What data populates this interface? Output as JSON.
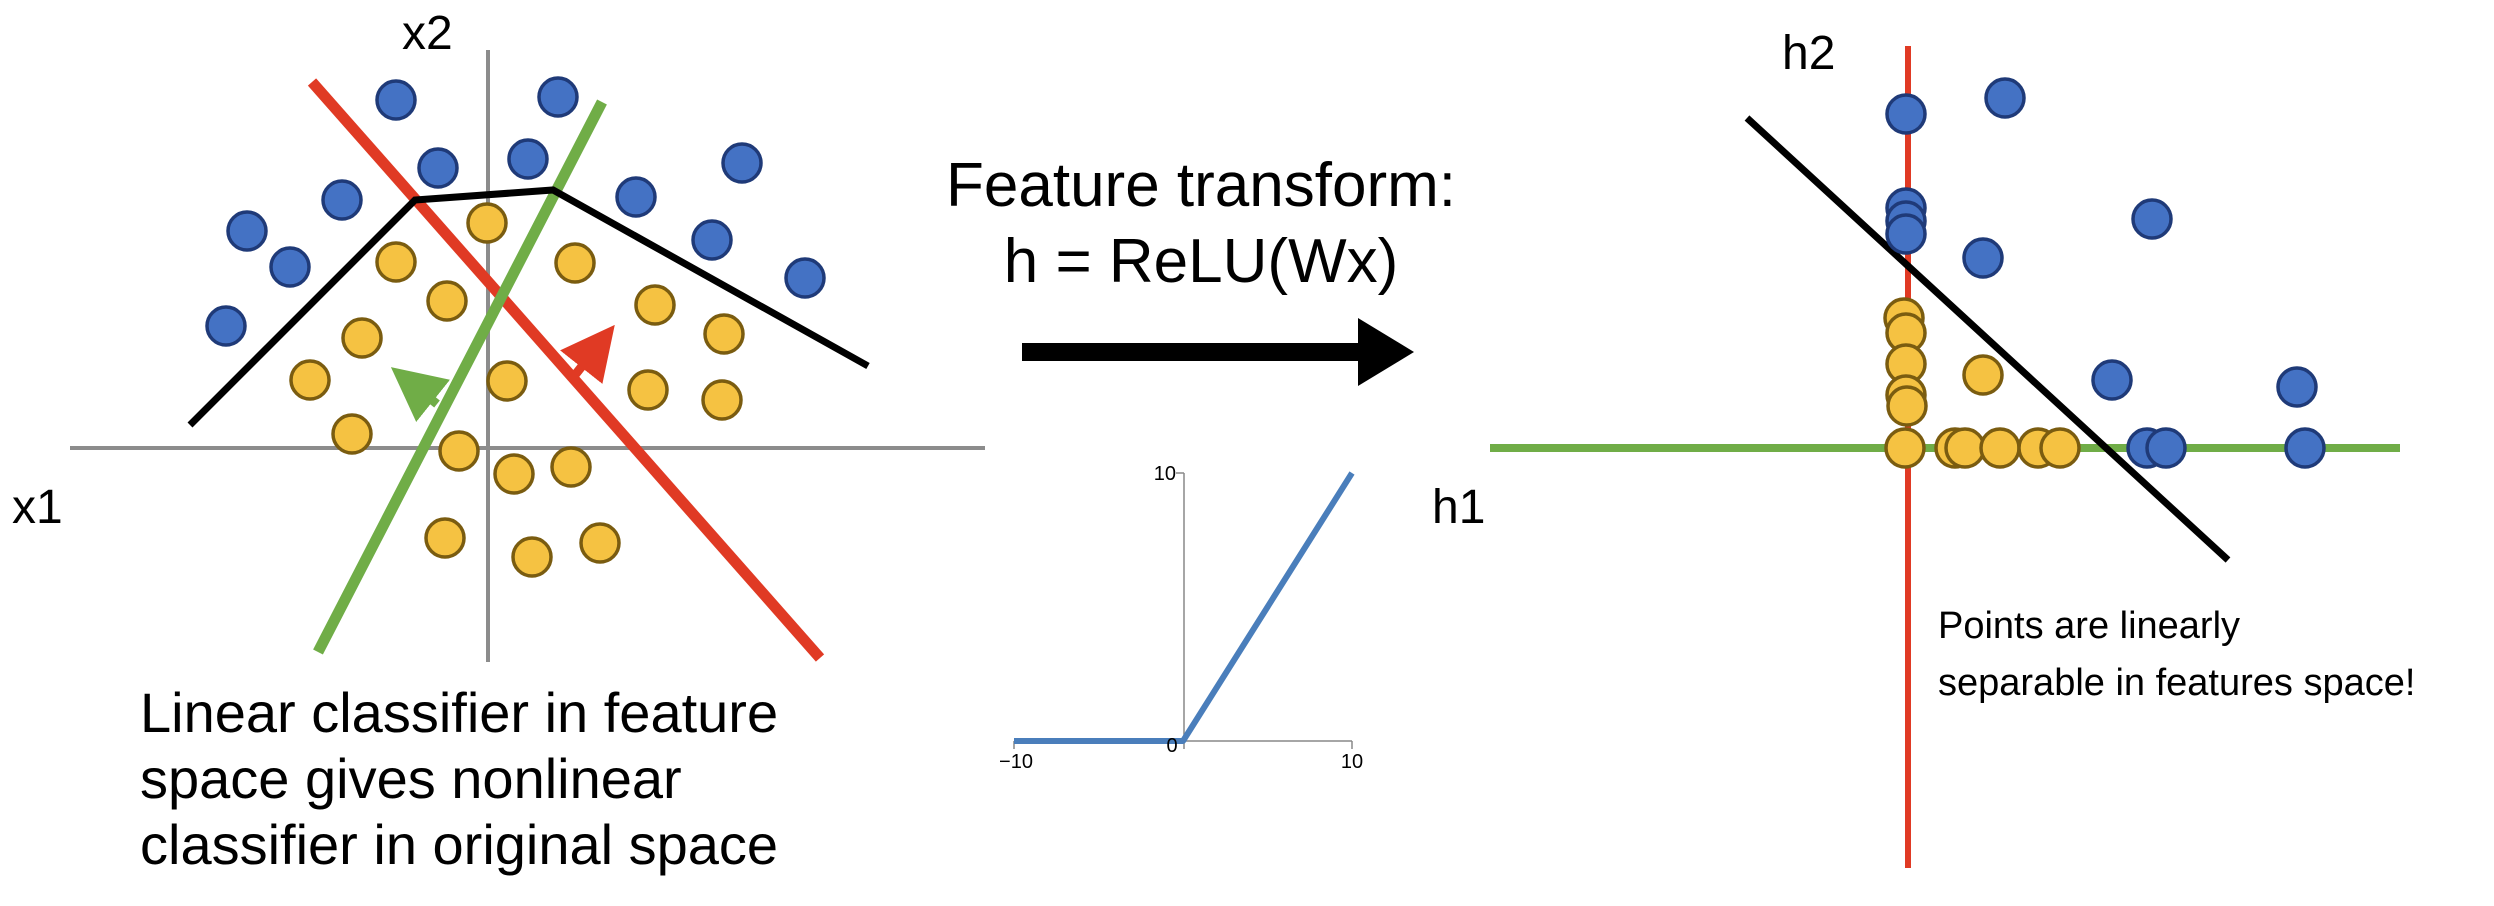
{
  "original_space": {
    "axis_x_label": "x1",
    "axis_y_label": "x2",
    "caption_lines": [
      "Linear classifier in feature",
      "space gives nonlinear",
      "classifier in original space"
    ]
  },
  "transform": {
    "title_line1": "Feature transform:",
    "title_line2": "h = ReLU(Wx)"
  },
  "relu_plot": {
    "x_ticks": [
      "−10",
      "0",
      "10"
    ],
    "y_tick": "10",
    "xlim": [
      -10,
      10
    ],
    "ylim": [
      0,
      10
    ],
    "points": [
      [
        -10,
        0
      ],
      [
        0,
        0
      ],
      [
        10,
        10
      ]
    ]
  },
  "feature_space": {
    "axis_x_label": "h1",
    "axis_y_label": "h2",
    "note_lines": [
      "Points are linearly",
      "separable in features space!"
    ]
  },
  "colors": {
    "class_a_fill": "#4472C4",
    "class_a_stroke": "#1F3A78",
    "class_b_fill": "#F5C242",
    "class_b_stroke": "#7A5C10",
    "red_line": "#E03A24",
    "green_line": "#70AD47",
    "axis_gray": "#8C8C8C",
    "boundary_black": "#000000",
    "relu_blue": "#4A7EBB"
  }
}
